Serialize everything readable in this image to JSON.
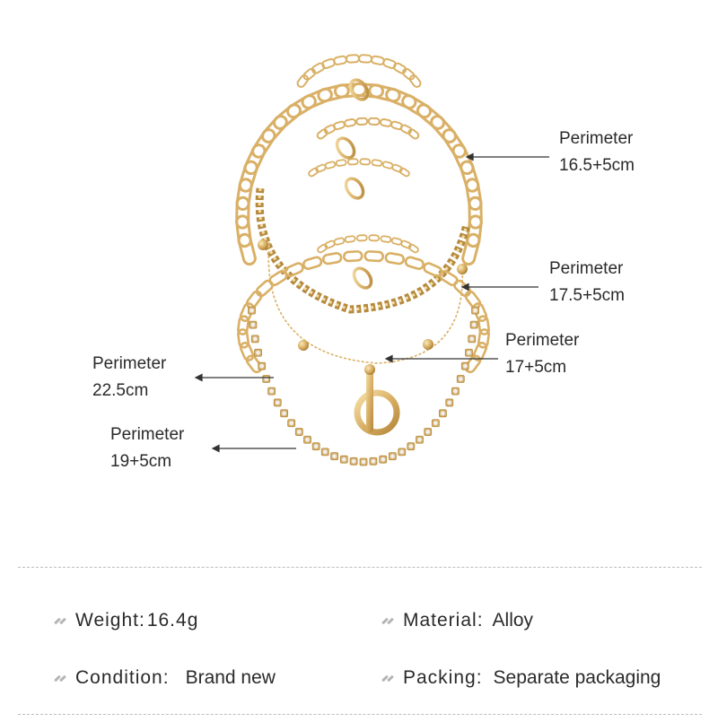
{
  "annotations": [
    {
      "id": "a1",
      "line1": "Perimeter",
      "line2": "16.5+5cm"
    },
    {
      "id": "a2",
      "line1": "Perimeter",
      "line2": "17.5+5cm"
    },
    {
      "id": "a3",
      "line1": "Perimeter",
      "line2": "17+5cm"
    },
    {
      "id": "a4",
      "line1": "Perimeter",
      "line2": "22.5cm"
    },
    {
      "id": "a5",
      "line1": "Perimeter",
      "line2": "19+5cm"
    }
  ],
  "specs": {
    "weight": {
      "label": "Weight:",
      "value": "16.4g"
    },
    "material": {
      "label": "Material:",
      "value": "Alloy"
    },
    "condition": {
      "label": "Condition:",
      "value": "Brand new"
    },
    "packing": {
      "label": "Packing:",
      "value": "Separate packaging"
    }
  },
  "colors": {
    "gold": "#d9b066",
    "gold_dark": "#b58a3e",
    "gold_light": "#f3dca4",
    "text": "#2a2a2a",
    "divider": "#bdbdbd",
    "crystal": "#f4efe6"
  }
}
